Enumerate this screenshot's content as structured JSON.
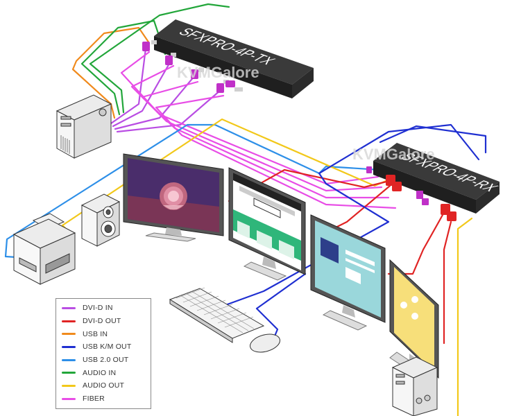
{
  "devices": {
    "tx_label": "SFXPRO-4P-TX",
    "rx_label": "SFXPRO-4P-RX"
  },
  "watermarks": [
    "KVMGalore",
    "KVMGalore"
  ],
  "legend": [
    {
      "label": "DVI-D IN",
      "color": "#b94de3"
    },
    {
      "label": "DVI-D OUT",
      "color": "#e02424"
    },
    {
      "label": "USB IN",
      "color": "#f08a1c"
    },
    {
      "label": "USB K/M OUT",
      "color": "#1f2fd1"
    },
    {
      "label": "USB 2.0 OUT",
      "color": "#2d8fe8"
    },
    {
      "label": "AUDIO IN",
      "color": "#22a63a"
    },
    {
      "label": "AUDIO OUT",
      "color": "#f2c81a"
    },
    {
      "label": "FIBER",
      "color": "#e84de6"
    }
  ]
}
